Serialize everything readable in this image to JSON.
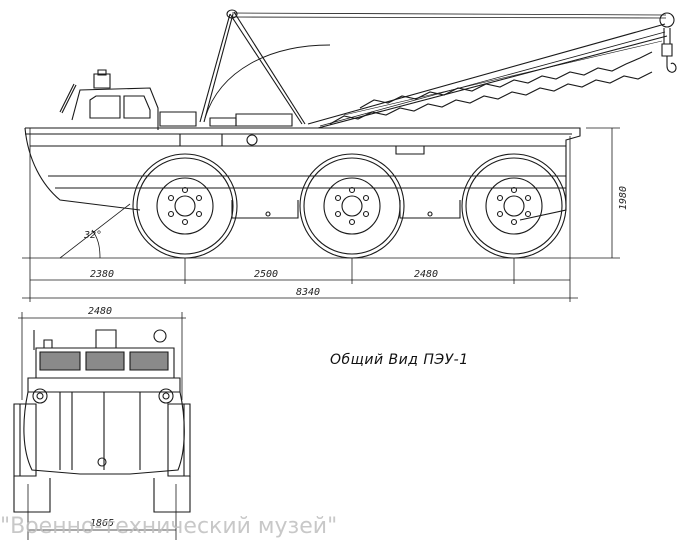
{
  "caption": "Общий Вид ПЭУ-1",
  "watermark": "\"Военно-технический музей\"",
  "dimensions": {
    "front_overhang": "2380",
    "wheelbase_1": "2500",
    "wheelbase_2": "2480",
    "overall_length": "8340",
    "height": "1980",
    "approach_angle": "32°",
    "overall_width": "2480",
    "track_width": "1865"
  }
}
